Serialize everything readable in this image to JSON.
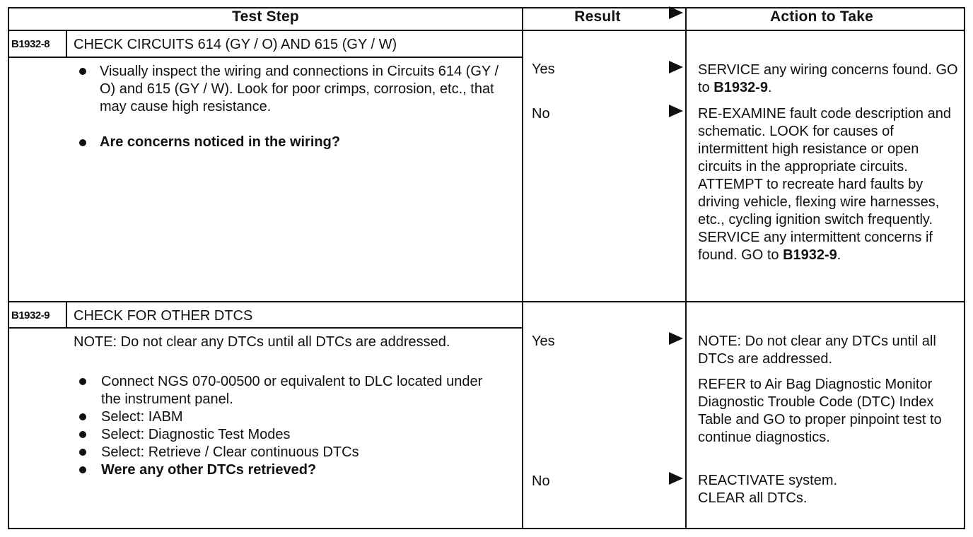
{
  "header": {
    "test_step": "Test Step",
    "result": "Result",
    "action": "Action to Take"
  },
  "steps": [
    {
      "code": "B1932-8",
      "title": "CHECK CIRCUITS 614 (GY / O) AND 615 (GY / W)",
      "bullets": [
        "Visually inspect the wiring and connections in Circuits 614 (GY / O) and 615 (GY / W). Look for poor crimps, corrosion, etc., that may cause high resistance.",
        "Are concerns noticed in the wiring?"
      ],
      "results": [
        {
          "label": "Yes",
          "action_parts": [
            "SERVICE any wiring concerns found. GO to ",
            "B1932-9",
            "."
          ]
        },
        {
          "label": "No",
          "action_parts": [
            "RE-EXAMINE fault code description and schematic. LOOK for causes of intermittent high resistance or open circuits in the appropriate circuits. ATTEMPT to recreate hard faults by driving vehicle, flexing wire harnesses, etc., cycling ignition switch frequently. SERVICE any intermittent concerns if found. GO to ",
            "B1932-9",
            "."
          ]
        }
      ]
    },
    {
      "code": "B1932-9",
      "title": "CHECK FOR OTHER DTCS",
      "note": "NOTE: Do not clear any DTCs until all DTCs are addressed.",
      "bullets": [
        "Connect NGS 070-00500 or equivalent to DLC located under the instrument panel.",
        "Select: IABM",
        "Select: Diagnostic Test Modes",
        "Select: Retrieve / Clear continuous DTCs",
        "Were any other DTCs retrieved?"
      ],
      "results": [
        {
          "label": "Yes",
          "action_note": "NOTE: Do not clear any DTCs until all DTCs are addressed.",
          "action": "REFER to Air Bag Diagnostic Monitor Diagnostic Trouble Code (DTC) Index Table and GO to proper pinpoint test to continue diagnostics."
        },
        {
          "label": "No",
          "action": "REACTIVATE system. CLEAR all DTCs."
        }
      ]
    }
  ]
}
